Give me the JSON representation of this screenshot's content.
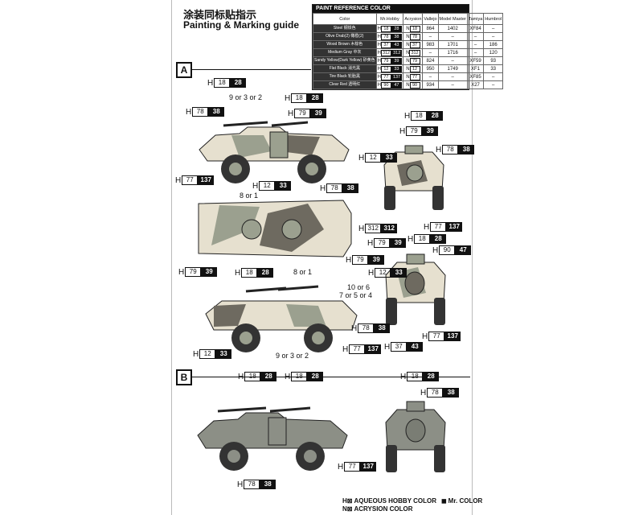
{
  "header": {
    "title_cn": "涂装同标贴指示",
    "title_en": "Painting & Marking guide"
  },
  "paint_table": {
    "title": "PAINT REFERENCE COLOR",
    "columns": [
      "Color",
      "Mr.Hobby",
      "Acrysion",
      "Vallejo",
      "Model Master",
      "Tamiya",
      "Humbrol"
    ],
    "rows": [
      {
        "name": "Steel 钢铁色",
        "h": "18",
        "hb": "28",
        "n": "18",
        "vallejo": "864",
        "mm": "1402",
        "tamiya": "XF84",
        "humbrol": "–"
      },
      {
        "name": "Olive Drab(2) 橄榄(2)",
        "h": "78",
        "hb": "38",
        "n": "78",
        "vallejo": "–",
        "mm": "–",
        "tamiya": "–",
        "humbrol": "–"
      },
      {
        "name": "Wood Brown 木棕色",
        "h": "37",
        "hb": "43",
        "n": "37",
        "vallejo": "983",
        "mm": "1701",
        "tamiya": "–",
        "humbrol": "186"
      },
      {
        "name": "Medium Gray 中灰",
        "h": "312",
        "hb": "312",
        "n": "312",
        "vallejo": "–",
        "mm": "1716",
        "tamiya": "–",
        "humbrol": "120"
      },
      {
        "name": "Sandy Yellow(Dark Yellow) 砂黄色",
        "h": "79",
        "hb": "39",
        "n": "79",
        "vallejo": "824",
        "mm": "–",
        "tamiya": "XF59",
        "humbrol": "93"
      },
      {
        "name": "Flat Black 消光黑",
        "h": "12",
        "hb": "33",
        "n": "12",
        "vallejo": "950",
        "mm": "1749",
        "tamiya": "XF1",
        "humbrol": "33"
      },
      {
        "name": "Tire Black 轮胎黑",
        "h": "77",
        "hb": "137",
        "n": "77",
        "vallejo": "–",
        "mm": "–",
        "tamiya": "XF85",
        "humbrol": "–"
      },
      {
        "name": "Clear Red 透明红",
        "h": "90",
        "hb": "47",
        "n": "90",
        "vallejo": "934",
        "mm": "–",
        "tamiya": "X27",
        "humbrol": "–"
      }
    ]
  },
  "sections": {
    "a": "A",
    "b": "B"
  },
  "labels": {
    "l1": "9 or 3 or 2",
    "l2": "8 or 1",
    "l3": "8 or 1",
    "l4": "10 or 6",
    "l5": "7 or 5 or 4",
    "l6": "9 or 3 or 2"
  },
  "callouts": [
    {
      "h": "18",
      "b": "28"
    },
    {
      "h": "18",
      "b": "28"
    },
    {
      "h": "78",
      "b": "38"
    },
    {
      "h": "79",
      "b": "39"
    },
    {
      "h": "77",
      "b": "137"
    },
    {
      "h": "12",
      "b": "33"
    },
    {
      "h": "18",
      "b": "28"
    },
    {
      "h": "79",
      "b": "39"
    },
    {
      "h": "12",
      "b": "33"
    },
    {
      "h": "78",
      "b": "38"
    },
    {
      "h": "78",
      "b": "38"
    },
    {
      "h": "312",
      "b": "312"
    },
    {
      "h": "77",
      "b": "137"
    },
    {
      "h": "18",
      "b": "28"
    },
    {
      "h": "79",
      "b": "39"
    },
    {
      "h": "90",
      "b": "47"
    },
    {
      "h": "79",
      "b": "39"
    },
    {
      "h": "12",
      "b": "33"
    },
    {
      "h": "18",
      "b": "28"
    },
    {
      "h": "79",
      "b": "39"
    },
    {
      "h": "78",
      "b": "38"
    },
    {
      "h": "77",
      "b": "137"
    },
    {
      "h": "37",
      "b": "43"
    },
    {
      "h": "77",
      "b": "137"
    },
    {
      "h": "12",
      "b": "33"
    },
    {
      "h": "18",
      "b": "28"
    },
    {
      "h": "18",
      "b": "28"
    },
    {
      "h": "18",
      "b": "28"
    },
    {
      "h": "78",
      "b": "38"
    },
    {
      "h": "77",
      "b": "137"
    },
    {
      "h": "78",
      "b": "38"
    }
  ],
  "legend": {
    "aqueous": "AQUEOUS HOBBY COLOR",
    "mr": "Mr. COLOR",
    "acrysion": "ACRYSION COLOR"
  },
  "colors": {
    "camo_sand": "#e6e0cf",
    "camo_green": "#9ba08f",
    "camo_brown": "#6e6a60",
    "mono_green": "#8c8f86"
  }
}
